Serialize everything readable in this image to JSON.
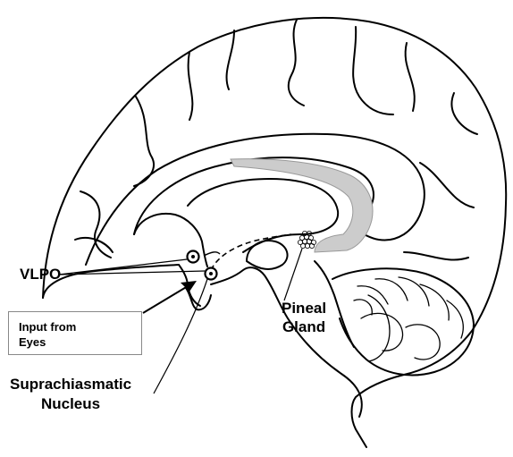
{
  "labels": {
    "vlpo": "VLPO",
    "input_line1": "Input from",
    "input_line2": "Eyes",
    "pineal_line1": "Pineal",
    "pineal_line2": "Gland",
    "scn_line1": "Suprachiasmatic",
    "scn_line2": "Nucleus"
  },
  "colors": {
    "line": "#000000",
    "highlight": "#cccccc",
    "box_border": "#888888"
  }
}
